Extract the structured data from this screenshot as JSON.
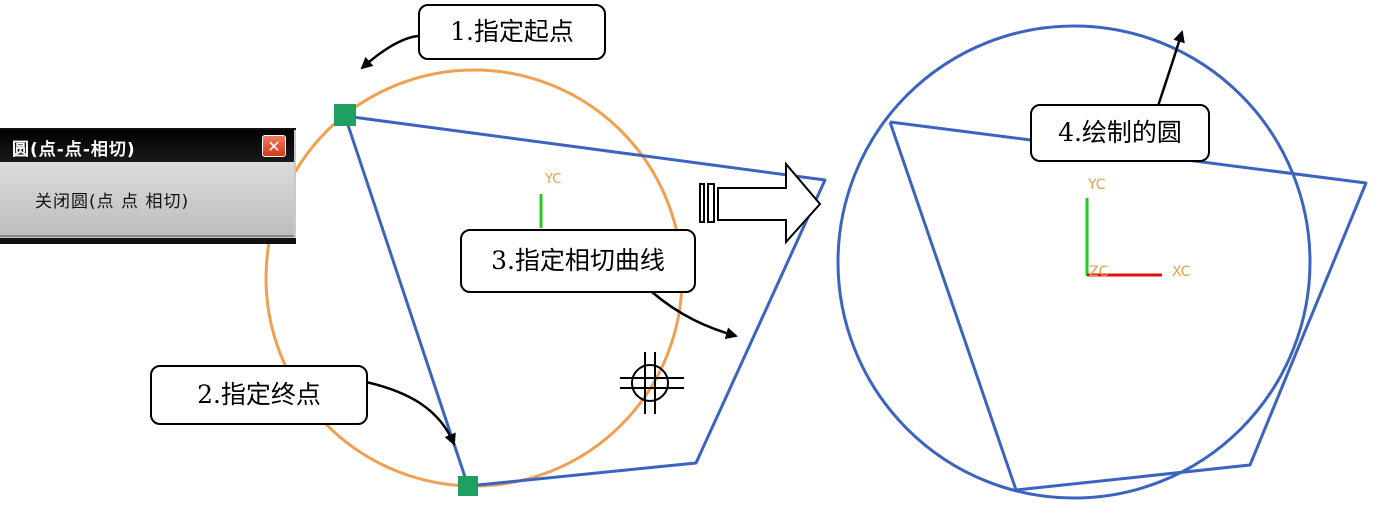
{
  "dialog": {
    "title": "圆(点-点-相切)",
    "close_glyph": "✕",
    "menu_item": "关闭圆(点 点 相切)"
  },
  "callouts": {
    "start_point": "1.指定起点",
    "end_point": "2.指定终点",
    "tangent_curve": "3.指定相切曲线",
    "drawn_circle": "4.绘制的圆"
  },
  "axes": {
    "left_yc": "YC",
    "right_yc": "YC",
    "right_zc": "ZC",
    "right_xc": "XC"
  },
  "colors": {
    "orange_circle": "#f0a050",
    "blue_geometry": "#3a64c0",
    "green_point": "#1fa060",
    "axis_green": "#22cc22",
    "axis_red": "#dd1111",
    "axis_label": "#e8a040"
  },
  "icons": {
    "close": "close-icon",
    "crosshair": "crosshair-cursor-icon",
    "transition": "right-arrow-icon"
  }
}
